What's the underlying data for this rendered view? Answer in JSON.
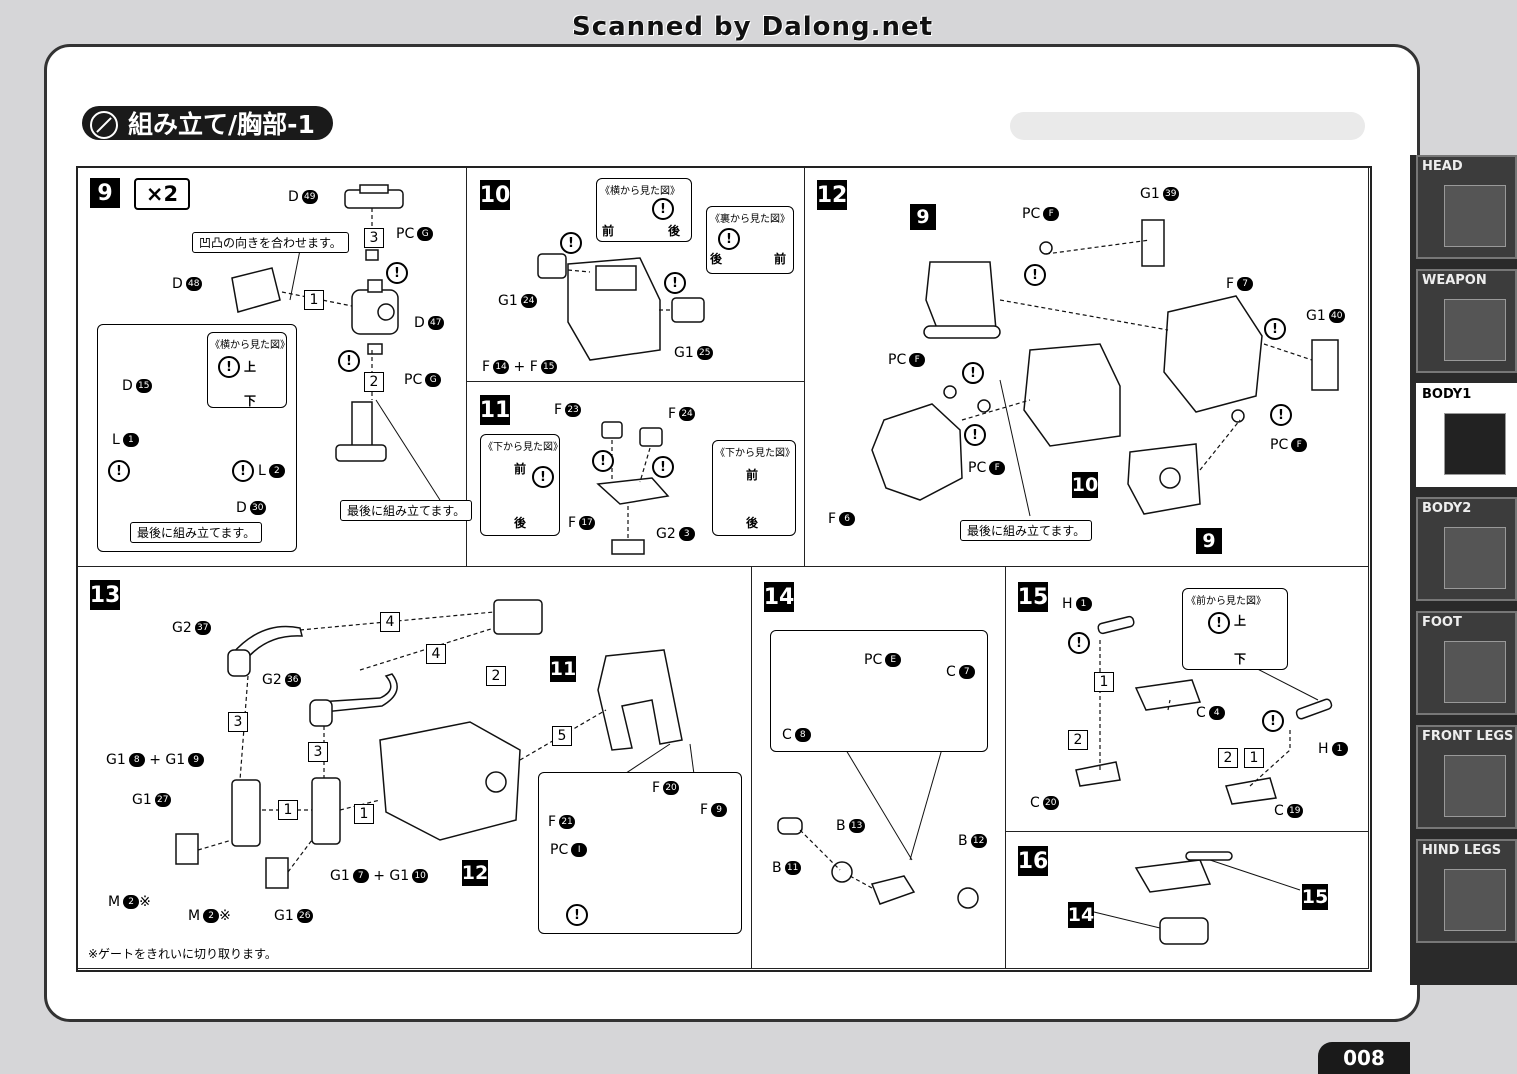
{
  "banner": "Scanned by Dalong.net",
  "section_title": "組み立て/胸部-1",
  "side_tabs": [
    {
      "label": "HEAD",
      "active": false
    },
    {
      "label": "WEAPON",
      "active": false
    },
    {
      "label": "BODY1",
      "active": true
    },
    {
      "label": "BODY2",
      "active": false
    },
    {
      "label": "FOOT",
      "active": false
    },
    {
      "label": "FRONT LEGS",
      "active": false
    },
    {
      "label": "HIND LEGS",
      "active": false
    }
  ],
  "page_number": "008",
  "footnote": "※ゲートをきれいに切り取ります。",
  "step9": {
    "step": "9",
    "qty": "×2",
    "note_align": "凹凸の向きを合わせます。",
    "note_last": "最後に組み立てます。",
    "note_last2": "最後に組み立てます。",
    "side_view": "《横から見た図》",
    "up": "上",
    "down": "下",
    "parts": {
      "d49": [
        "D",
        "49"
      ],
      "d48": [
        "D",
        "48"
      ],
      "d47": [
        "D",
        "47"
      ],
      "d15": [
        "D",
        "15"
      ],
      "d30": [
        "D",
        "30"
      ],
      "l1": [
        "L",
        "1"
      ],
      "l2": [
        "L",
        "2"
      ],
      "pcg1": [
        "PC",
        "G"
      ],
      "pcg2": [
        "PC",
        "G"
      ]
    },
    "seq": [
      "3",
      "1",
      "2"
    ]
  },
  "step10": {
    "step": "10",
    "side_view": "《横から見た図》",
    "back_view": "《裏から見た図》",
    "front": "前",
    "back": "後",
    "parts": {
      "g1_24": [
        "G1",
        "24"
      ],
      "g1_25": [
        "G1",
        "25"
      ],
      "f14": [
        "F",
        "14"
      ],
      "f15": [
        "F",
        "15"
      ]
    },
    "plus": "+"
  },
  "step11": {
    "step": "11",
    "bottom_view": "《下から見た図》",
    "front": "前",
    "back": "後",
    "parts": {
      "f23": [
        "F",
        "23"
      ],
      "f24": [
        "F",
        "24"
      ],
      "f17": [
        "F",
        "17"
      ],
      "g2_3": [
        "G2",
        "3"
      ]
    }
  },
  "step12": {
    "step": "12",
    "refs": [
      "9",
      "10",
      "9"
    ],
    "note_last": "最後に組み立てます。",
    "parts": {
      "g1_39": [
        "G1",
        "39"
      ],
      "pcf1": [
        "PC",
        "F"
      ],
      "f7": [
        "F",
        "7"
      ],
      "g1_40": [
        "G1",
        "40"
      ],
      "pcf2": [
        "PC",
        "F"
      ],
      "pcf3": [
        "PC",
        "F"
      ],
      "pcf4": [
        "PC",
        "F"
      ],
      "f6": [
        "F",
        "6"
      ]
    }
  },
  "step13": {
    "step": "13",
    "refs": [
      "11",
      "12"
    ],
    "seq": [
      "4",
      "4",
      "2",
      "3",
      "3",
      "5",
      "1",
      "1"
    ],
    "parts": {
      "g2_37": [
        "G2",
        "37"
      ],
      "g2_36": [
        "G2",
        "36"
      ],
      "g1_8": [
        "G1",
        "8"
      ],
      "g1_9": [
        "G1",
        "9"
      ],
      "g1_27": [
        "G1",
        "27"
      ],
      "m2a": [
        "M",
        "2"
      ],
      "m2b": [
        "M",
        "2"
      ],
      "g1_26": [
        "G1",
        "26"
      ],
      "g1_7": [
        "G1",
        "7"
      ],
      "g1_10": [
        "G1",
        "10"
      ],
      "f20": [
        "F",
        "20"
      ],
      "f21": [
        "F",
        "21"
      ],
      "f9": [
        "F",
        "9"
      ],
      "pci": [
        "PC",
        "I"
      ]
    },
    "mark": "※",
    "plus": "+"
  },
  "step14": {
    "step": "14",
    "parts": {
      "pce": [
        "PC",
        "E"
      ],
      "c7": [
        "C",
        "7"
      ],
      "c8": [
        "C",
        "8"
      ],
      "b13": [
        "B",
        "13"
      ],
      "b12": [
        "B",
        "12"
      ],
      "b11": [
        "B",
        "11"
      ]
    }
  },
  "step15": {
    "step": "15",
    "front_view": "《前から見た図》",
    "up": "上",
    "down": "下",
    "seq": [
      "1",
      "2",
      "2",
      "1"
    ],
    "parts": {
      "h1a": [
        "H",
        "1"
      ],
      "h1b": [
        "H",
        "1"
      ],
      "c4": [
        "C",
        "4"
      ],
      "c20": [
        "C",
        "20"
      ],
      "c19": [
        "C",
        "19"
      ]
    }
  },
  "step16": {
    "step": "16",
    "refs": [
      "14",
      "15"
    ]
  }
}
